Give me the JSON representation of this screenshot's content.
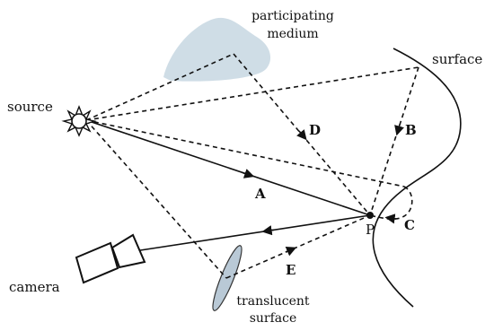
{
  "labels": {
    "participating_medium": [
      "participating",
      "medium"
    ],
    "surface": "surface",
    "source": "source",
    "camera": "camera",
    "translucent_surface": [
      "translucent",
      "surface"
    ],
    "point": "P"
  },
  "path_labels": {
    "A": "A",
    "B": "B",
    "C": "C",
    "D": "D",
    "E": "E"
  },
  "colors": {
    "stroke": "#111111",
    "medium_fill": "#cfdde6",
    "translucent_fill": "#b9c9d6"
  }
}
